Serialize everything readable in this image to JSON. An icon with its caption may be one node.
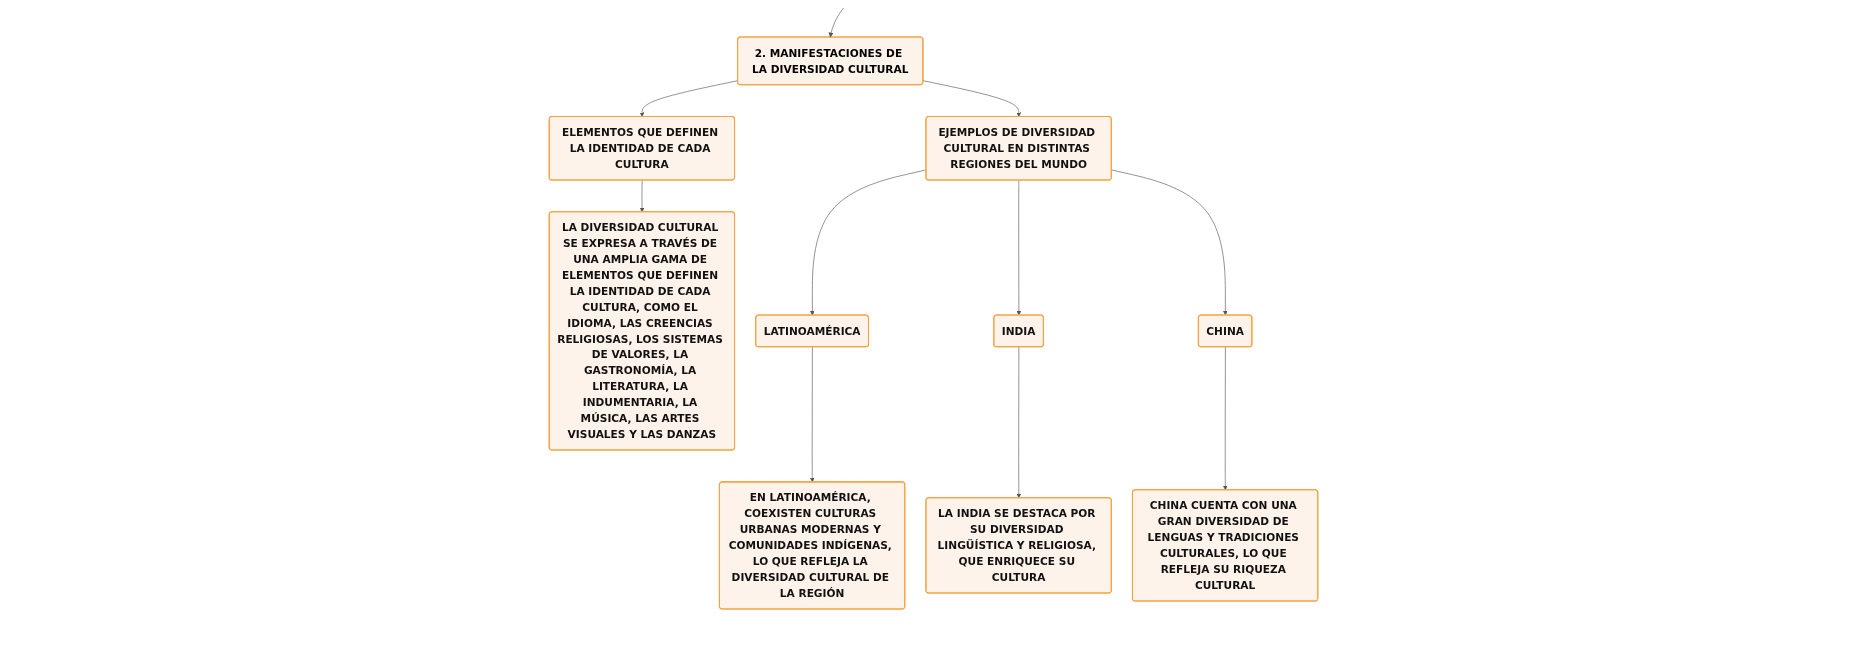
{
  "diagram": {
    "nodes": [
      {
        "text": [
          "2. MANIFESTACIONES DE LA DIVERSIDAD CULTURAL"
        ]
      },
      {
        "text": [
          "ELEMENTOS QUE DEFINEN LA IDENTIDAD DE CADA CULTURA"
        ]
      },
      {
        "text": [
          "EJEMPLOS DE DIVERSIDAD CULTURAL EN DISTINTAS REGIONES DEL MUNDO"
        ]
      },
      {
        "text": [
          "LA DIVERSIDAD CULTURAL SE EXPRESA A TRAVÉS DE UNA AMPLIA GAMA DE ELEMENTOS QUE DEFINEN LA IDENTIDAD DE CADA CULTURA, COMO EL IDIOMA, LAS CREENCIAS RELIGIOSAS, LOS SISTEMAS DE VALORES, LA GASTRONOMÍA, LA LITERATURA, LA INDUMENTARIA, LA MÚSICA, LAS ARTES VISUALES Y LAS DANZAS"
        ]
      },
      {
        "text": [
          "LATINOAMÉRICA"
        ]
      },
      {
        "text": [
          "INDIA"
        ]
      },
      {
        "text": [
          "CHINA"
        ]
      },
      {
        "text": [
          "EN LATINOAMÉRICA, COEXISTEN CULTURAS URBANAS MODERNAS Y COMUNIDADES INDÍGENAS, LO QUE REFLEJA LA DIVERSIDAD CULTURAL DE LA REGIÓN"
        ]
      },
      {
        "text": [
          "LA INDIA SE DESTACA POR SU DIVERSIDAD LINGÜÍSTICA Y RELIGIOSA, QUE ENRIQUECE SU CULTURA"
        ]
      },
      {
        "text": [
          "CHINA CUENTA CON UNA GRAN DIVERSIDAD DE LENGUAS Y TRADICIONES CULTURALES, LO QUE REFLEJA SU RIQUEZA CULTURAL"
        ]
      }
    ],
    "edges": [
      {
        "from": null,
        "to": 0,
        "arrow": "to"
      },
      {
        "from": 0,
        "to": 1,
        "arrow": "to"
      },
      {
        "from": 0,
        "to": 2,
        "arrow": "to"
      },
      {
        "from": 1,
        "to": 3,
        "arrow": "to"
      },
      {
        "from": 2,
        "to": 4,
        "arrow": "to"
      },
      {
        "from": 2,
        "to": 5,
        "arrow": "to"
      },
      {
        "from": 2,
        "to": 6,
        "arrow": "to"
      },
      {
        "from": 4,
        "to": 7,
        "arrow": "to"
      },
      {
        "from": 5,
        "to": 8,
        "arrow": "to"
      },
      {
        "from": 6,
        "to": 9,
        "arrow": "to"
      }
    ]
  }
}
